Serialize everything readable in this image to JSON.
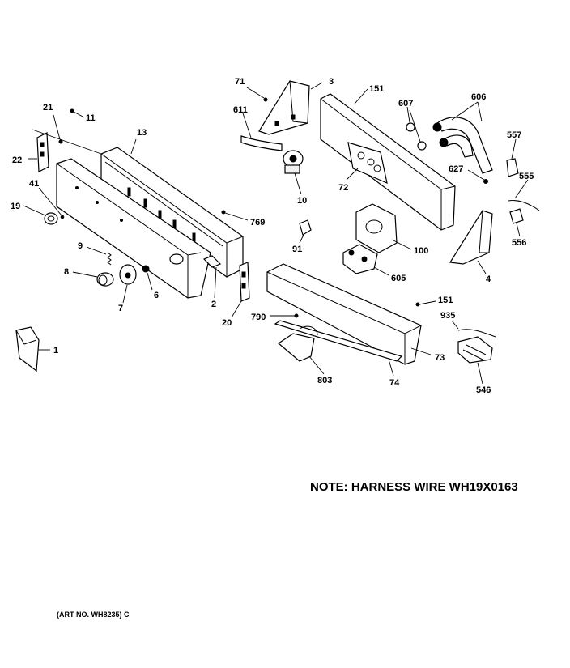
{
  "note": "NOTE: HARNESS WIRE WH19X0163",
  "art_number": "(ART NO. WH8235) C",
  "callouts": {
    "c1": "1",
    "c2": "2",
    "c3": "3",
    "c4": "4",
    "c6": "6",
    "c7": "7",
    "c8": "8",
    "c9": "9",
    "c10": "10",
    "c11": "11",
    "c13": "13",
    "c19": "19",
    "c20": "20",
    "c21": "21",
    "c22": "22",
    "c41": "41",
    "c71": "71",
    "c72": "72",
    "c73": "73",
    "c74": "74",
    "c91": "91",
    "c100": "100",
    "c151a": "151",
    "c151b": "151",
    "c546": "546",
    "c555": "555",
    "c556": "556",
    "c557": "557",
    "c605": "605",
    "c606": "606",
    "c607": "607",
    "c611": "611",
    "c627": "627",
    "c769": "769",
    "c790": "790",
    "c803": "803",
    "c935": "935"
  }
}
